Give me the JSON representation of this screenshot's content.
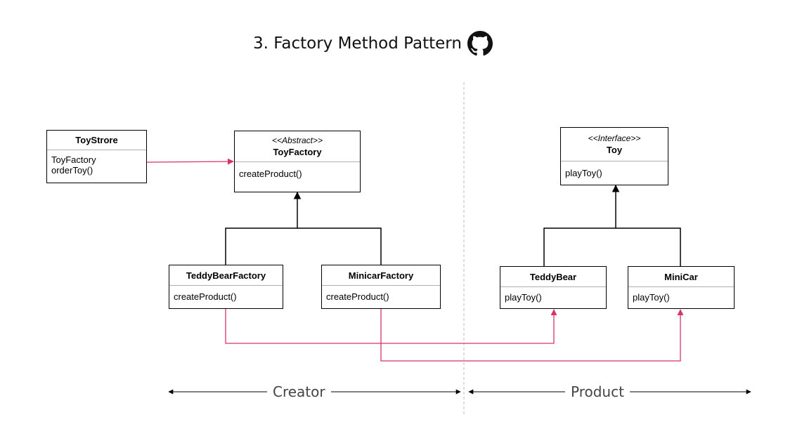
{
  "title": "3. Factory Method Pattern",
  "icon": "github-icon",
  "classes": {
    "toystore": {
      "name": "ToyStrore",
      "members": [
        "ToyFactory",
        "orderToy()"
      ]
    },
    "toyfactory": {
      "stereotype": "<<Abstract>>",
      "name": "ToyFactory",
      "members": [
        "createProduct()"
      ]
    },
    "teddybearfactory": {
      "name": "TeddyBearFactory",
      "members": [
        "createProduct()"
      ]
    },
    "minicarfactory": {
      "name": "MinicarFactory",
      "members": [
        "createProduct()"
      ]
    },
    "toy": {
      "stereotype": "<<Interface>>",
      "name": "Toy",
      "members": [
        "playToy()"
      ]
    },
    "teddybear": {
      "name": "TeddyBear",
      "members": [
        "playToy()"
      ]
    },
    "minicar": {
      "name": "MiniCar",
      "members": [
        "playToy()"
      ]
    }
  },
  "sections": {
    "creator": "Creator",
    "product": "Product"
  },
  "colors": {
    "association": "#d6336c",
    "inheritance": "#000000",
    "divider": "#bdbdbd",
    "axis": "#000000"
  }
}
